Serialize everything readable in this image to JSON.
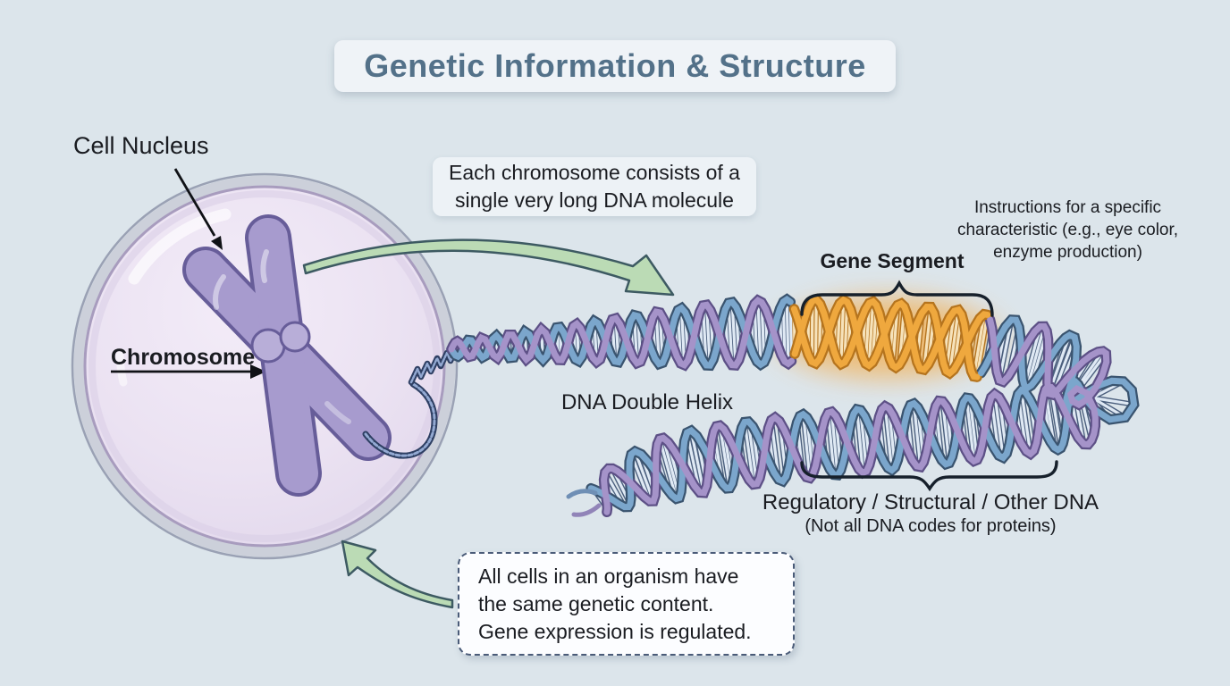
{
  "title": "Genetic Information & Structure",
  "labels": {
    "cell_nucleus": "Cell Nucleus",
    "chromosome": "Chromosome",
    "gene_segment": "Gene Segment",
    "dna_double_helix": "DNA Double Helix"
  },
  "notes": {
    "chromosome_note": {
      "lines": [
        "Each chromosome consists of a",
        "single very long DNA molecule"
      ]
    },
    "gene_note": {
      "lines": [
        "Instructions for a specific",
        "characteristic (e.g., eye color,",
        "enzyme production)"
      ]
    },
    "regulatory_note": {
      "title": "Regulatory / Structural / Other DNA",
      "subtitle": "(Not all DNA codes for proteins)"
    },
    "expression_note": {
      "lines": [
        "All cells in an organism have",
        "the same genetic content.",
        "Gene expression is regulated."
      ]
    }
  },
  "colors": {
    "background": "#dce5eb",
    "title_text": "#537189",
    "title_bg": "#eff3f7",
    "text_dark": "#1a1c21",
    "cell_membrane_outer": "#9aa1b4",
    "cell_membrane_band": "#ccd0da",
    "cell_membrane_inner_line": "#a89cbe",
    "cell_fill": "#e9e0f1",
    "cell_fill_light": "#f3ecf8",
    "chromosome_fill": "#a79bce",
    "chromosome_outline": "#675d99",
    "centromere_fill": "#b8aed8",
    "thread": "#2e3f63",
    "thread_light": "#93a9d2",
    "dna_blue": "#7ba6cc",
    "dna_blue_outline": "#3a546f",
    "dna_purple": "#a593c9",
    "dna_purple_outline": "#5d5086",
    "gene_orange": "#efa83e",
    "gene_orange_outline": "#b5741e",
    "gene_glow": "#f5a93f",
    "rung_fill": "#dfe9f4",
    "rung_outline": "#4b5f7d",
    "rung_fill_gene": "#f6e2ba",
    "arrow_green_fill": "#bbdbb5",
    "arrow_green_outline": "#3d5a62",
    "pointer_black": "#101216",
    "brace_black": "#16202b",
    "dashed_box_border": "#4a5b78"
  }
}
